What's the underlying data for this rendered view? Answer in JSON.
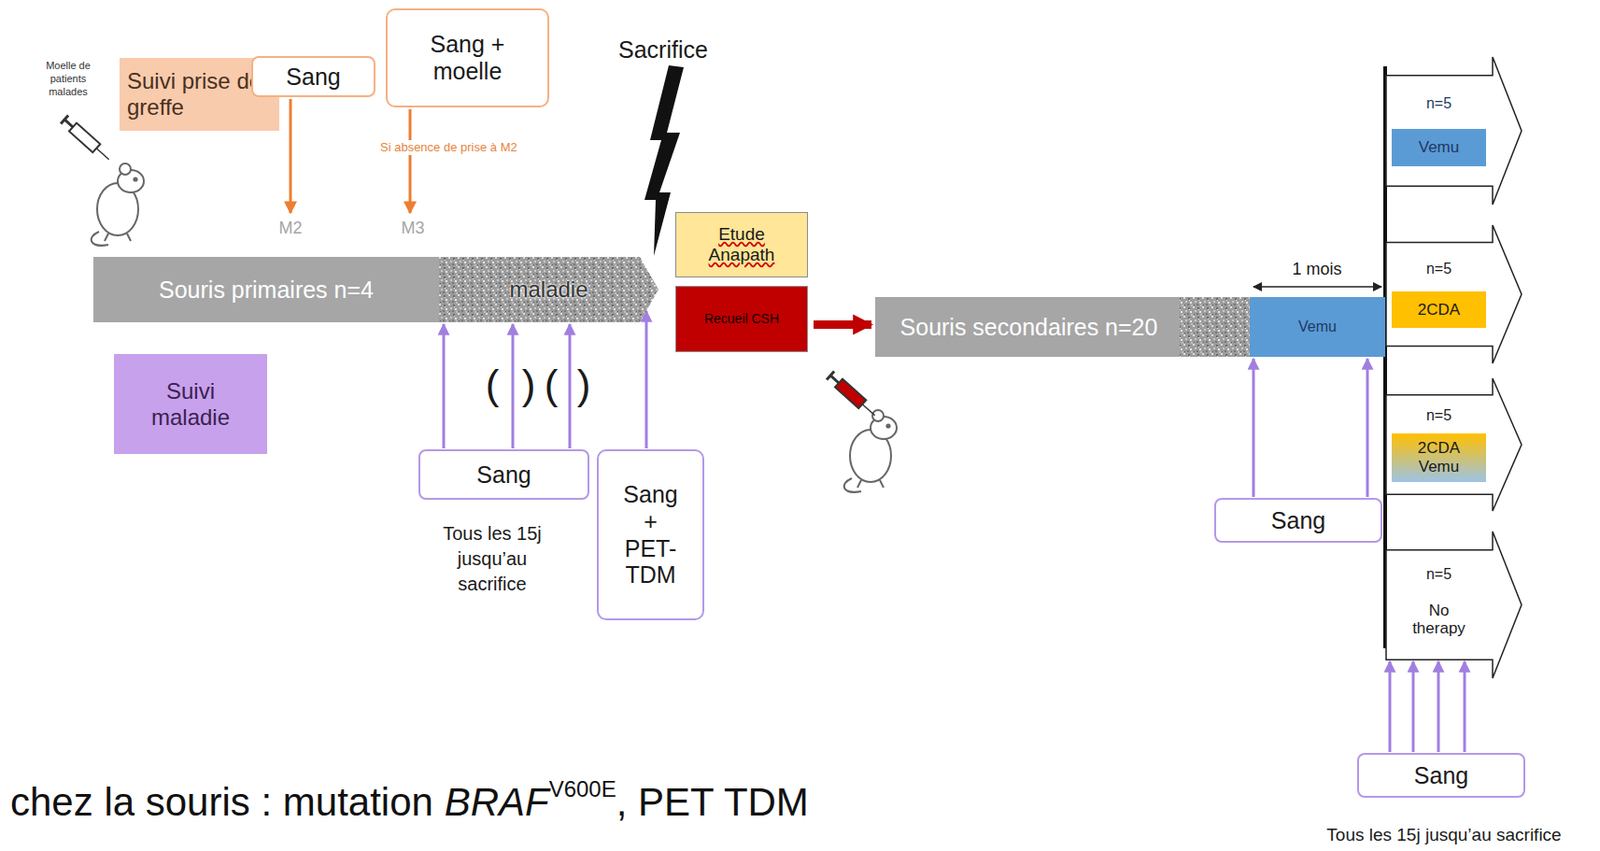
{
  "diagram": {
    "nodes": [
      {
        "text": [
          "Suivi prise de greffe"
        ]
      },
      {
        "text": [
          "Sang"
        ]
      },
      {
        "text": [
          "Sang + moelle"
        ]
      },
      {
        "text": [
          "Souris primaires n=4"
        ]
      },
      {
        "text": [
          "maladie"
        ]
      },
      {
        "text": [
          "Suivi maladie"
        ]
      },
      {
        "text": [
          "Sang"
        ]
      },
      {
        "text": [
          "Sang + PET-TDM"
        ]
      },
      {
        "text": [
          "Etude Anapath"
        ]
      },
      {
        "text": [
          "Recueil CSH"
        ]
      },
      {
        "text": [
          "Souris secondaires n=20"
        ]
      },
      {
        "text": [
          "Vemu"
        ]
      },
      {
        "text": [
          "n=5",
          "Vemu"
        ]
      },
      {
        "text": [
          "n=5",
          "2CDA"
        ]
      },
      {
        "text": [
          "n=5",
          "2CDA Vemu"
        ]
      },
      {
        "text": [
          "n=5",
          "No therapy"
        ]
      },
      {
        "text": [
          "Sang"
        ]
      },
      {
        "text": [
          "Sang"
        ]
      }
    ],
    "edges": [
      {
        "from": 6,
        "to": 4,
        "arrow": "to"
      },
      {
        "from": 6,
        "to": 4,
        "arrow": "to"
      },
      {
        "from": 6,
        "to": 4,
        "arrow": "to"
      },
      {
        "from": 7,
        "to": 4,
        "arrow": "to"
      },
      {
        "from": 9,
        "to": 10,
        "arrow": "to"
      },
      {
        "from": 16,
        "to": 11,
        "arrow": "to"
      },
      {
        "from": 16,
        "to": 11,
        "arrow": "to"
      },
      {
        "from": 17,
        "to": 15,
        "arrow": "to"
      },
      {
        "from": 17,
        "to": 15,
        "arrow": "to"
      },
      {
        "from": 17,
        "to": 15,
        "arrow": "to"
      },
      {
        "from": 17,
        "to": 15,
        "arrow": "to"
      }
    ],
    "labels": [
      "Moelle de patients malades",
      "Si absence de prise à M2",
      "M2",
      "M3",
      "Sacrifice",
      "(",
      ")",
      "(",
      ")",
      "Tous les 15j jusqu’au sacrifice",
      "1 mois",
      "Tous les 15j jusqu’au sacrifice",
      "chez la souris : mutation",
      "BRAF",
      "V600E",
      ", PET TDM"
    ]
  }
}
